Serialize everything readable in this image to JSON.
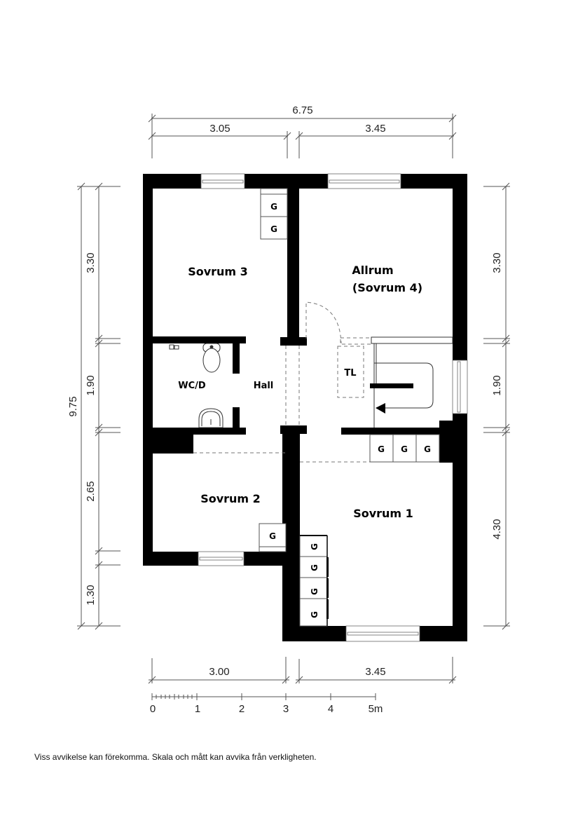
{
  "dimensions": {
    "top_total": "6.75",
    "top_left": "3.05",
    "top_right": "3.45",
    "bottom_left": "3.00",
    "bottom_right": "3.45",
    "left_total": "9.75",
    "left_segments": [
      "3.30",
      "1.90",
      "2.65",
      "1.30"
    ],
    "right_segments": [
      "3.30",
      "1.90",
      "4.30"
    ]
  },
  "rooms": {
    "sovrum3": "Sovrum 3",
    "allrum_line1": "Allrum",
    "allrum_line2": "(Sovrum 4)",
    "wcd": "WC/D",
    "hall": "Hall",
    "tl": "TL",
    "sovrum2": "Sovrum 2",
    "sovrum1": "Sovrum 1"
  },
  "wardrobe_label": "G",
  "scale_bar": {
    "ticks": [
      "0",
      "1",
      "2",
      "3",
      "4",
      "5m"
    ]
  },
  "footnote": "Viss avvikelse kan förekomma. Skala och mått kan avvika från verkligheten.",
  "colors": {
    "wall": "#000000",
    "dim_line": "#555555",
    "background": "#ffffff"
  }
}
